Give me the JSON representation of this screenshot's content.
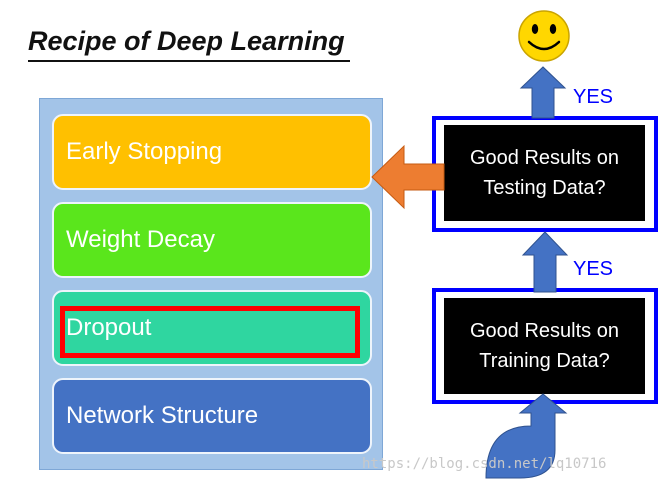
{
  "title": "Recipe of Deep Learning",
  "methods": [
    {
      "label": "Early Stopping",
      "color": "#ffc000"
    },
    {
      "label": "Weight Decay",
      "color": "#5ae61c"
    },
    {
      "label": "Dropout",
      "color": "#2fd6a0",
      "highlighted": true
    },
    {
      "label": "Network Structure",
      "color": "#4472c4"
    }
  ],
  "checks": {
    "testing": {
      "line1": "Good Results on",
      "line2": "Testing Data?"
    },
    "training": {
      "line1": "Good Results on",
      "line2": "Training Data?"
    }
  },
  "yes_upper": "YES",
  "yes_lower": "YES",
  "success_icon": "smiley-face-icon",
  "watermark": "https://blog.csdn.net/lq10716",
  "colors": {
    "frame": "#0000ff",
    "arrow_blue": "#4472c4",
    "arrow_orange": "#ed7d31",
    "highlight": "#ff0000"
  }
}
